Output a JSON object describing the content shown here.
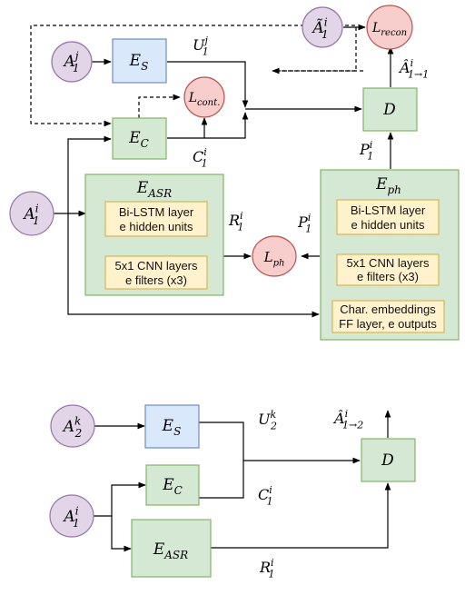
{
  "colors": {
    "purple_fill": "#e1d5e7",
    "purple_stroke": "#9673a6",
    "red_fill": "#f8cecc",
    "red_stroke": "#b85450",
    "blue_fill": "#dae8fc",
    "blue_stroke": "#6c8ebf",
    "green_fill": "#d5e8d4",
    "green_stroke": "#82b366",
    "yellow_fill": "#fff2cc",
    "yellow_stroke": "#d6b656",
    "line": "#000000"
  },
  "top": {
    "A1j": {
      "base": "A",
      "sub": "1",
      "sup": "j"
    },
    "A1i": {
      "base": "A",
      "sub": "1",
      "sup": "i"
    },
    "A1i_tilde": {
      "base": "Ã",
      "sub": "1",
      "sup": "i"
    },
    "Lrecon": {
      "base": "L",
      "sub": "recon"
    },
    "Lcont": {
      "base": "L",
      "sub": "cont."
    },
    "Lph": {
      "base": "L",
      "sub": "ph"
    },
    "ES": {
      "base": "E",
      "sub": "S"
    },
    "EC": {
      "base": "E",
      "sub": "C"
    },
    "D": {
      "base": "D"
    },
    "EASR": {
      "base": "E",
      "sub": "ASR"
    },
    "Eph": {
      "base": "E",
      "sub": "ph"
    },
    "U1j": {
      "base": "U",
      "sub": "1",
      "sup": "j"
    },
    "C1i": {
      "base": "C",
      "sub": "1",
      "sup": "i"
    },
    "R1i": {
      "base": "R",
      "sub": "1",
      "sup": "i"
    },
    "P1i_a": {
      "base": "P",
      "sub": "1",
      "sup": "i"
    },
    "P1i_b": {
      "base": "P",
      "sub": "1",
      "sup": "i"
    },
    "Ahat": {
      "base": "Â",
      "sub": "1→1",
      "sup": "i"
    },
    "asr_lstm": [
      "Bi-LSTM layer",
      "e hidden units"
    ],
    "asr_cnn": [
      "5x1 CNN layers",
      "e filters (x3)"
    ],
    "ph_lstm": [
      "Bi-LSTM layer",
      "e hidden units"
    ],
    "ph_cnn": [
      "5x1 CNN layers",
      "e filters (x3)"
    ],
    "ph_char": [
      "Char. embeddings",
      "FF layer, e outputs"
    ]
  },
  "bottom": {
    "A2k": {
      "base": "A",
      "sub": "2",
      "sup": "k"
    },
    "A1i": {
      "base": "A",
      "sub": "1",
      "sup": "i"
    },
    "ES": {
      "base": "E",
      "sub": "S"
    },
    "EC": {
      "base": "E",
      "sub": "C"
    },
    "EASR": {
      "base": "E",
      "sub": "ASR"
    },
    "D": {
      "base": "D"
    },
    "U2k": {
      "base": "U",
      "sub": "2",
      "sup": "k"
    },
    "C1i": {
      "base": "C",
      "sub": "1",
      "sup": "i"
    },
    "R1i": {
      "base": "R",
      "sub": "1",
      "sup": "i"
    },
    "Ahat": {
      "base": "Â",
      "sub": "1→2",
      "sup": "i"
    }
  }
}
